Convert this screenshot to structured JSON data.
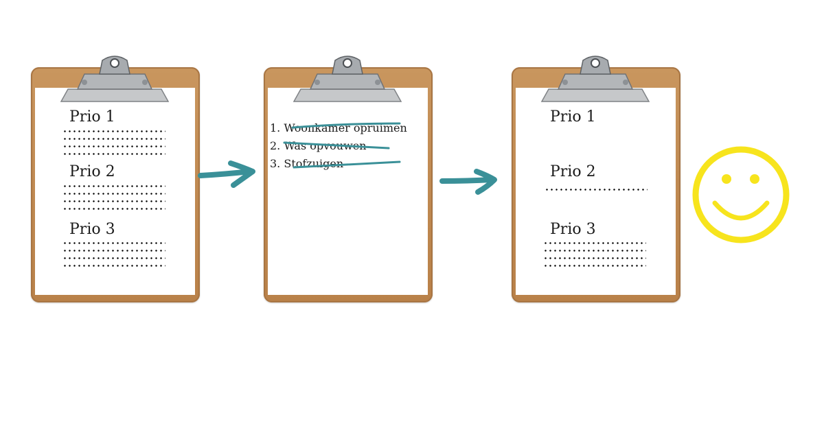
{
  "clipboard_1": {
    "sections": [
      {
        "label": "Prio 1",
        "dot_lines": 4
      },
      {
        "label": "Prio 2",
        "dot_lines": 4
      },
      {
        "label": "Prio 3",
        "dot_lines": 4
      }
    ]
  },
  "clipboard_2": {
    "tasks": [
      {
        "number": "1.",
        "text": "Woonkamer opruimen"
      },
      {
        "number": "2.",
        "text": "Was opvouwen"
      },
      {
        "number": "3.",
        "text": "Stofzuigen"
      }
    ],
    "strike_color": "#3a9098"
  },
  "clipboard_3": {
    "sections": [
      {
        "label": "Prio 1",
        "dot_lines": 0
      },
      {
        "label": "Prio 2",
        "dot_lines": 1
      },
      {
        "label": "Prio 3",
        "dot_lines": 4
      }
    ]
  },
  "colors": {
    "arrow": "#3a9098",
    "smiley": "#f7e41d",
    "board": "#c08a52"
  },
  "icons": [
    "clipboard-clip-icon",
    "arrow-right-icon",
    "smiley-face-icon"
  ]
}
